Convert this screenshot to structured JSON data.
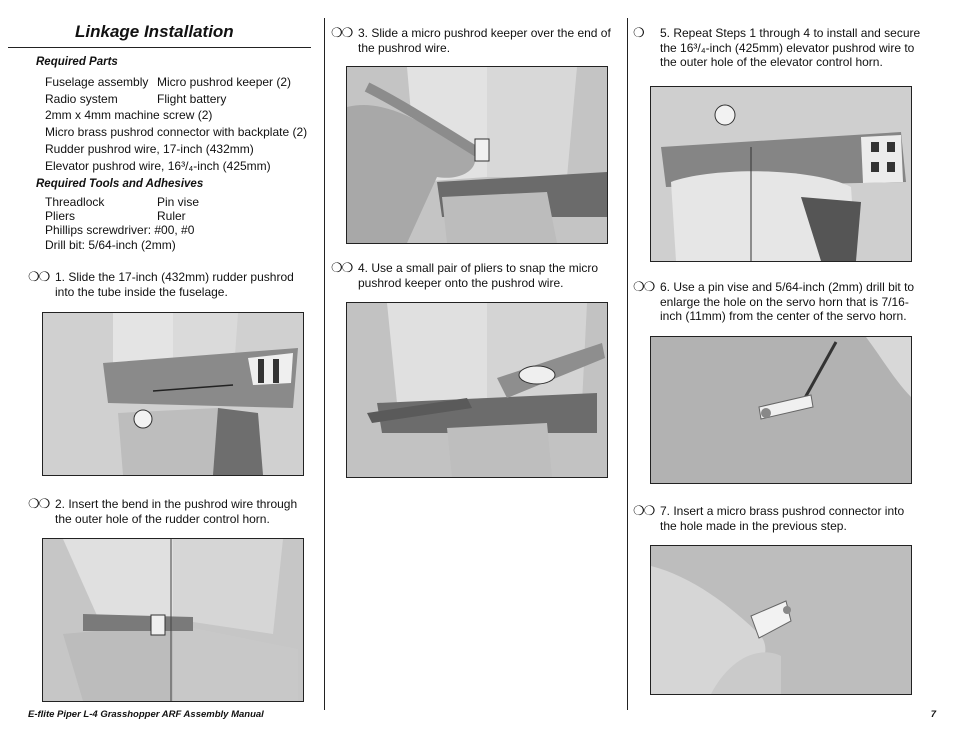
{
  "section_title": "Linkage Installation",
  "required_parts": {
    "heading": "Required Parts",
    "rows": [
      {
        "left": "Fuselage assembly",
        "right": "Micro pushrod keeper (2)"
      },
      {
        "left": "Radio system",
        "right": "Flight battery"
      },
      {
        "left": "2mm x 4mm machine screw (2)",
        "right": ""
      },
      {
        "left": "Micro brass pushrod connector with backplate (2)",
        "right": ""
      },
      {
        "left": "Rudder pushrod wire, 17-inch (432mm)",
        "right": ""
      },
      {
        "left": "Elevator pushrod wire, 16³/₄-inch (425mm)",
        "right": ""
      }
    ]
  },
  "required_tools": {
    "heading": "Required Tools and Adhesives",
    "rows": [
      {
        "left": "Threadlock",
        "right": "Pin vise"
      },
      {
        "left": "Pliers",
        "right": "Ruler"
      },
      {
        "left": "Phillips screwdriver: #00, #0",
        "right": ""
      },
      {
        "left": "Drill bit: 5/64-inch (2mm)",
        "right": ""
      }
    ]
  },
  "checkbox_double": "❍❍",
  "checkbox_single": "❍",
  "steps": [
    {
      "num": "1",
      "text": "1. Slide the 17-inch (432mm) rudder pushrod into the tube inside the fuselage."
    },
    {
      "num": "2",
      "text": "2. Insert the bend in the pushrod wire through the outer hole of the rudder control horn."
    },
    {
      "num": "3",
      "text": "3. Slide a micro pushrod keeper over the end of the pushrod wire."
    },
    {
      "num": "4",
      "text": "4. Use a small pair of pliers to snap the micro pushrod keeper onto the pushrod wire."
    },
    {
      "num": "5",
      "text": "5. Repeat Steps 1 through 4 to install and secure the 16³/₄-inch (425mm) elevator pushrod wire to the outer hole of the elevator control horn."
    },
    {
      "num": "6",
      "text": "6. Use a pin vise and 5/64-inch (2mm) drill bit to enlarge the hole on the servo horn that is 7/16-inch (11mm) from the center of the servo horn."
    },
    {
      "num": "7",
      "text": "7. Insert a micro brass pushrod connector into the hole made in the previous step."
    }
  ],
  "footer": {
    "manual_title": "E-flite Piper L-4 Grasshopper ARF Assembly Manual",
    "page_number": "7"
  }
}
